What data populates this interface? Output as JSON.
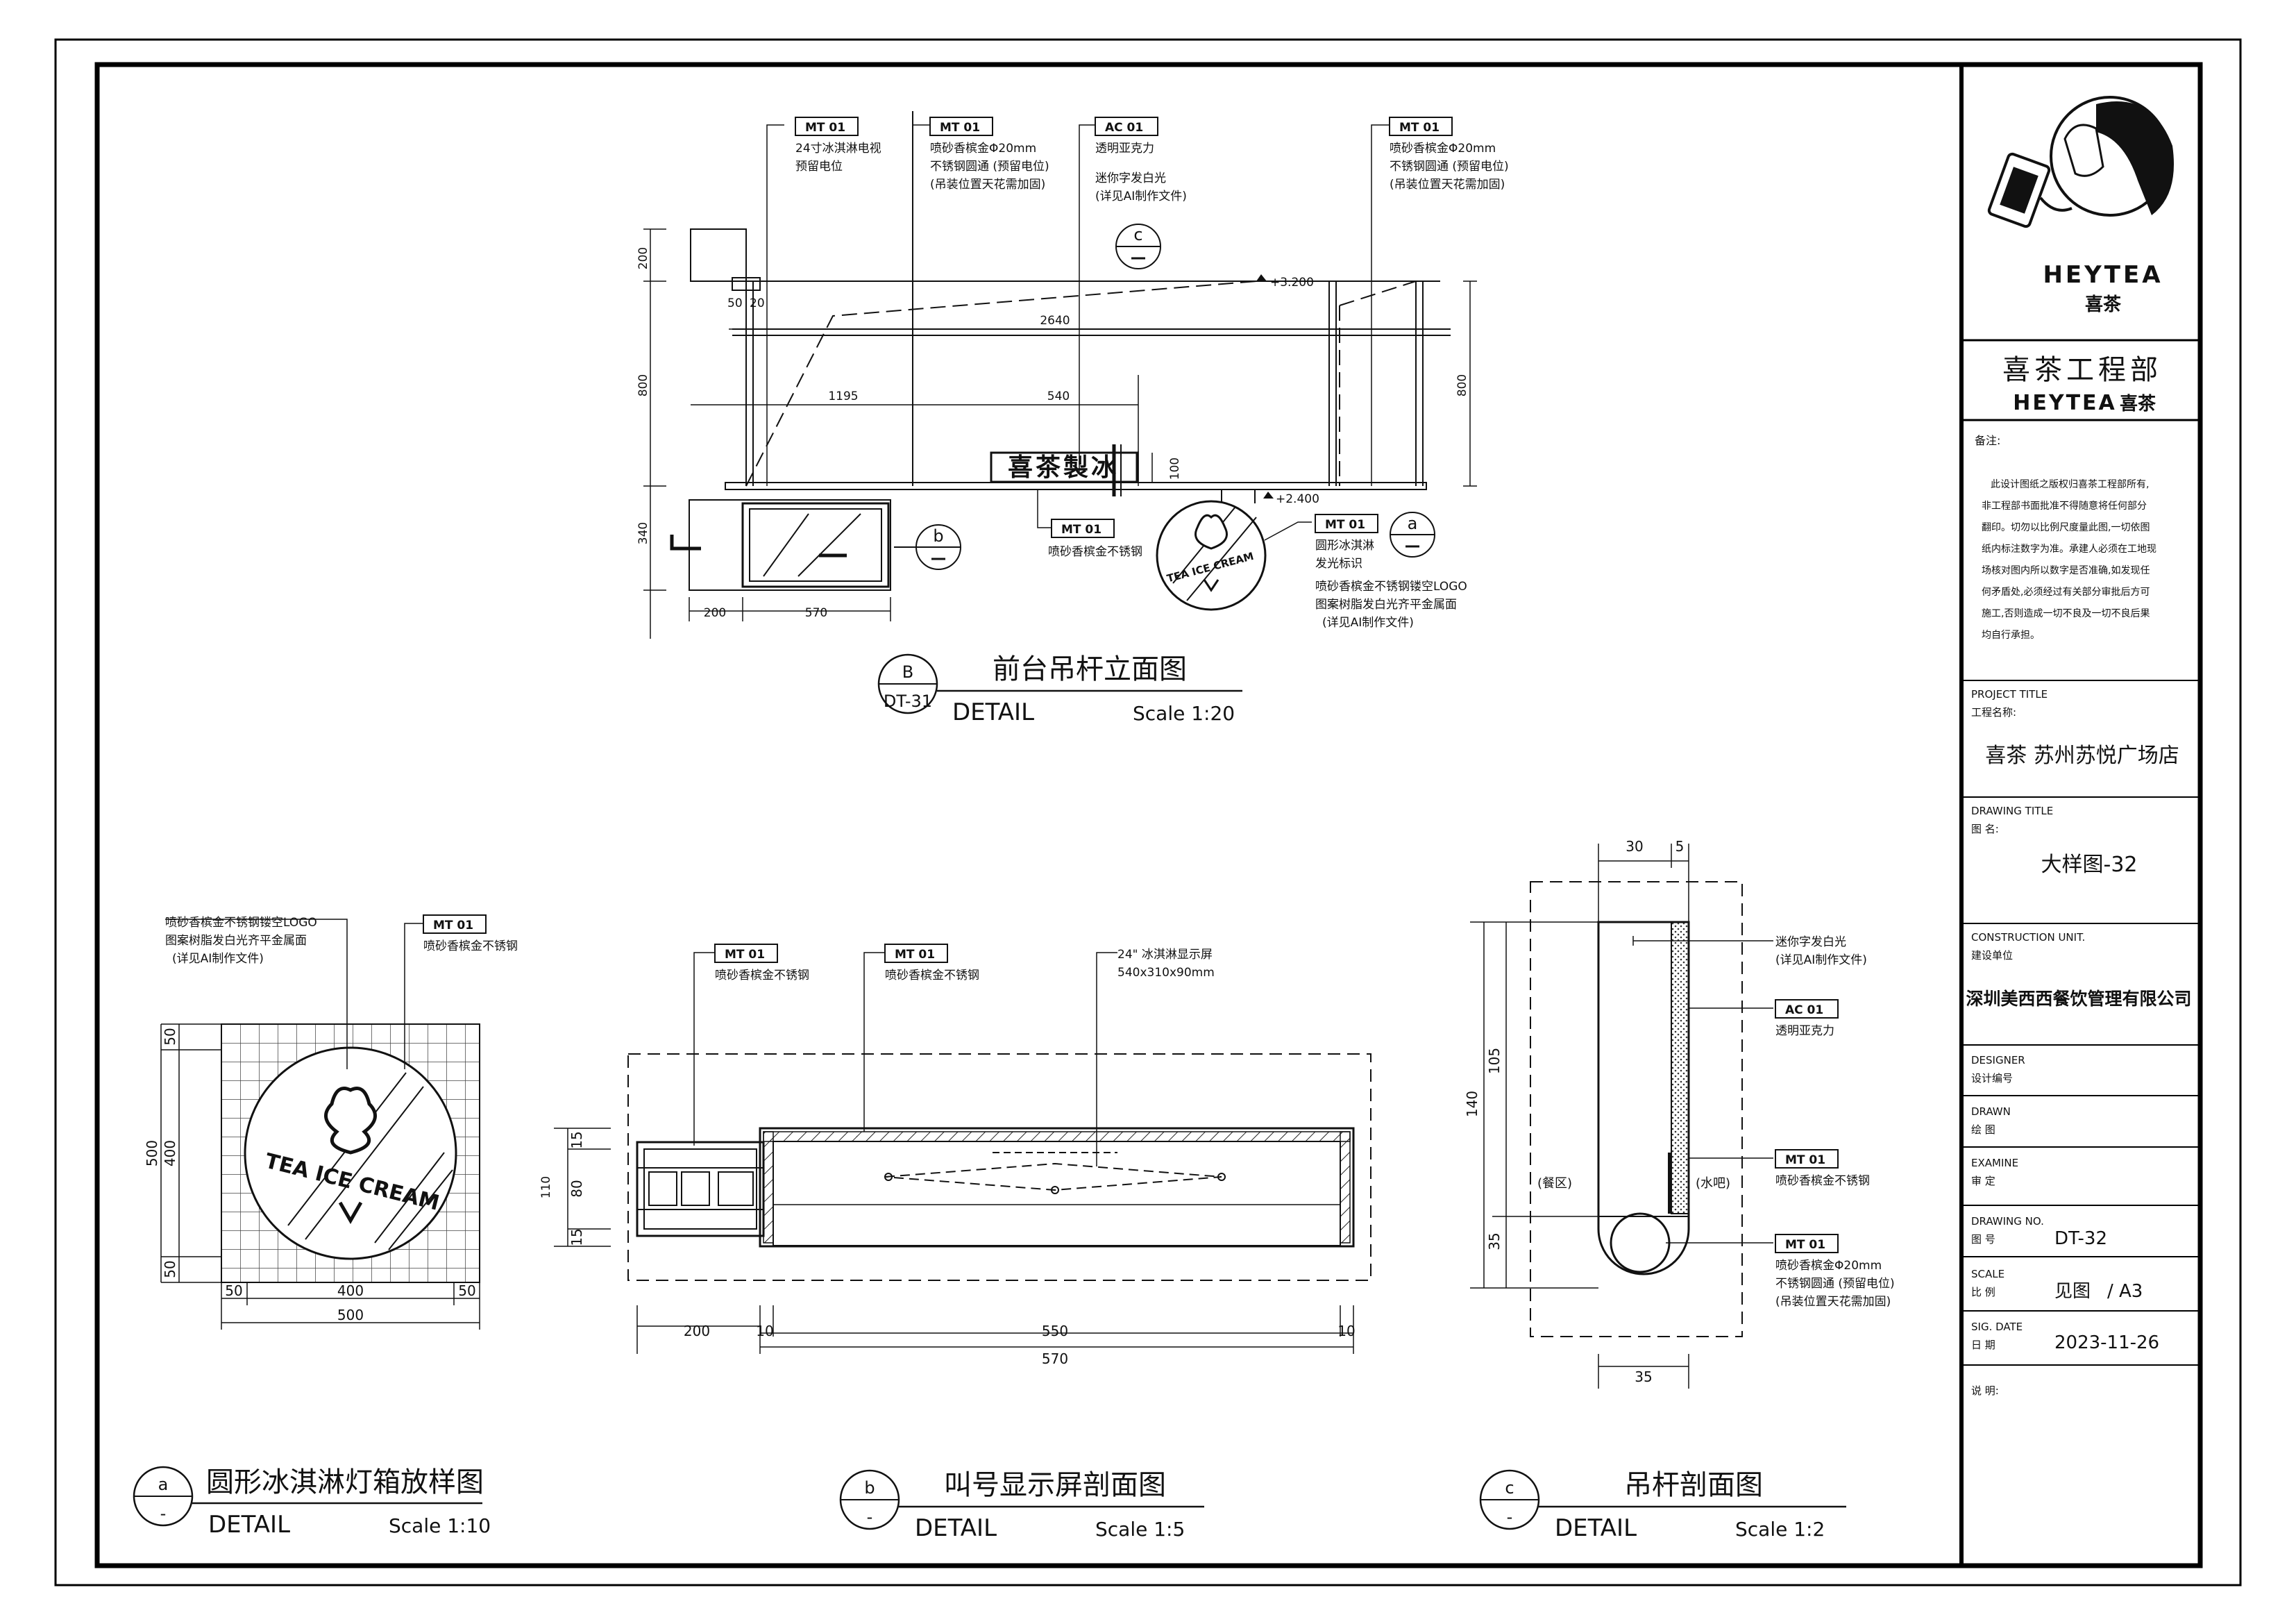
{
  "title_block": {
    "brand": "HEYTEA",
    "brand_cn": "喜茶",
    "dept": "喜茶工程部",
    "dept_brand": "HEYTEA",
    "dept_brand_cn": "喜茶",
    "notes_label": "备注:",
    "notes_lines": [
      "此设计图纸之版权归喜茶工程部所有,",
      "非工程部书面批准不得随意将任何部分",
      "翻印。切勿以比例尺度量此图,一切依图",
      "纸内标注数字为准。承建人必须在工地现",
      "场核对图内所以数字是否准确,如发现任",
      "何矛盾处,必须经过有关部分审批后方可",
      "施工,否则造成一切不良及一切不良后果",
      "均自行承担。"
    ],
    "project_title_en": "PROJECT TITLE",
    "project_title_cn": "工程名称:",
    "project_name": "喜茶  苏州苏悦广场店",
    "drawing_title_en": "DRAWING TITLE",
    "drawing_title_cn": "图  名:",
    "drawing_name": "大样图-32",
    "construction_en": "CONSTRUCTION UNIT.",
    "construction_cn": "建设单位",
    "construction_name": "深圳美西西餐饮管理有限公司",
    "designer_en": "DESIGNER",
    "designer_cn": "设计编号",
    "drawn_en": "DRAWN",
    "drawn_cn": "绘 图",
    "examine_en": "EXAMINE",
    "examine_cn": "审 定",
    "drawing_no_en": "DRAWING NO.",
    "drawing_no_cn": "图 号",
    "drawing_no": "DT-32",
    "scale_en": "SCALE",
    "scale_cn": "比 例",
    "scale_value": "见图",
    "paper": "/ A3",
    "date_en": "SIG. DATE",
    "date_cn": "日 期",
    "date": "2023-11-26",
    "remark_cn": "说 明:"
  },
  "details": {
    "B": {
      "tag_top": "B",
      "tag_bottom": "DT-31",
      "title": "前台吊杆立面图",
      "subtitle": "DETAIL",
      "scale": "Scale 1:20",
      "callouts": [
        {
          "code": "MT  01",
          "lines": [
            "24寸冰淇淋电视",
            "预留电位"
          ]
        },
        {
          "code": "MT  01",
          "lines": [
            "喷砂香槟金Φ20mm",
            "不锈钢圆通 (预留电位)",
            "(吊装位置天花需加固)"
          ]
        },
        {
          "code": "AC  01",
          "lines": [
            "透明亚克力",
            "迷你字发白光",
            "(详见AI制作文件)"
          ]
        },
        {
          "code": "MT  01",
          "lines": [
            "喷砂香槟金Φ20mm",
            "不锈钢圆通 (预留电位)",
            "(吊装位置天花需加固)"
          ]
        },
        {
          "code": "MT  01",
          "lines": [
            "喷砂香槟金不锈钢"
          ]
        },
        {
          "code": "MT  01",
          "lines": [
            "圆形冰淇淋",
            "发光标识",
            "喷砂香槟金不锈钢镂空LOGO",
            "图案树脂发白光齐平金属面",
            "(详见AI制作文件)"
          ]
        }
      ],
      "dims": [
        "200",
        "800",
        "340",
        "50",
        "20",
        "2640",
        "1195",
        "540",
        "800",
        "100",
        "200",
        "570"
      ],
      "levels": [
        "+3.200",
        "+2.400"
      ],
      "sign_text": "喜茶製冰",
      "section_marks": [
        "c",
        "b",
        "a"
      ]
    },
    "a": {
      "tag_top": "a",
      "tag_bottom": "-",
      "title": "圆形冰淇淋灯箱放样图",
      "subtitle": "DETAIL",
      "scale": "Scale 1:10",
      "callouts": [
        {
          "lines": [
            "喷砂香槟金不锈钢镂空LOGO",
            "图案树脂发白光齐平金属面",
            "(详见AI制作文件)"
          ]
        },
        {
          "code": "MT  01",
          "lines": [
            "喷砂香槟金不锈钢"
          ]
        }
      ],
      "dims": [
        "50",
        "400",
        "50",
        "500",
        "50",
        "400",
        "50",
        "500"
      ],
      "logo_text": "TEA ICE CREAM"
    },
    "b": {
      "tag_top": "b",
      "tag_bottom": "-",
      "title": "叫号显示屏剖面图",
      "subtitle": "DETAIL",
      "scale": "Scale 1:5",
      "callouts": [
        {
          "code": "MT  01",
          "lines": [
            "喷砂香槟金不锈钢"
          ]
        },
        {
          "code": "MT  01",
          "lines": [
            "喷砂香槟金不锈钢"
          ]
        },
        {
          "lines": [
            "24\" 冰淇淋显示屏",
            "540x310x90mm"
          ]
        }
      ],
      "dims": [
        "15",
        "80",
        "15",
        "110",
        "200",
        "10",
        "550",
        "10",
        "570"
      ]
    },
    "c": {
      "tag_top": "c",
      "tag_bottom": "-",
      "title": "吊杆剖面图",
      "subtitle": "DETAIL",
      "scale": "Scale 1:2",
      "callouts": [
        {
          "lines": [
            "迷你字发白光",
            "(详见AI制作文件)"
          ]
        },
        {
          "code": "AC  01",
          "lines": [
            "透明亚克力"
          ]
        },
        {
          "code": "MT  01",
          "lines": [
            "喷砂香槟金不锈钢"
          ]
        },
        {
          "code": "MT  01",
          "lines": [
            "喷砂香槟金Φ20mm",
            "不锈钢圆通 (预留电位)",
            "(吊装位置天花需加固)"
          ]
        }
      ],
      "dims": [
        "30",
        "5",
        "105",
        "140",
        "35",
        "35"
      ],
      "side_labels": [
        "(餐区)",
        "(水吧)"
      ]
    }
  }
}
